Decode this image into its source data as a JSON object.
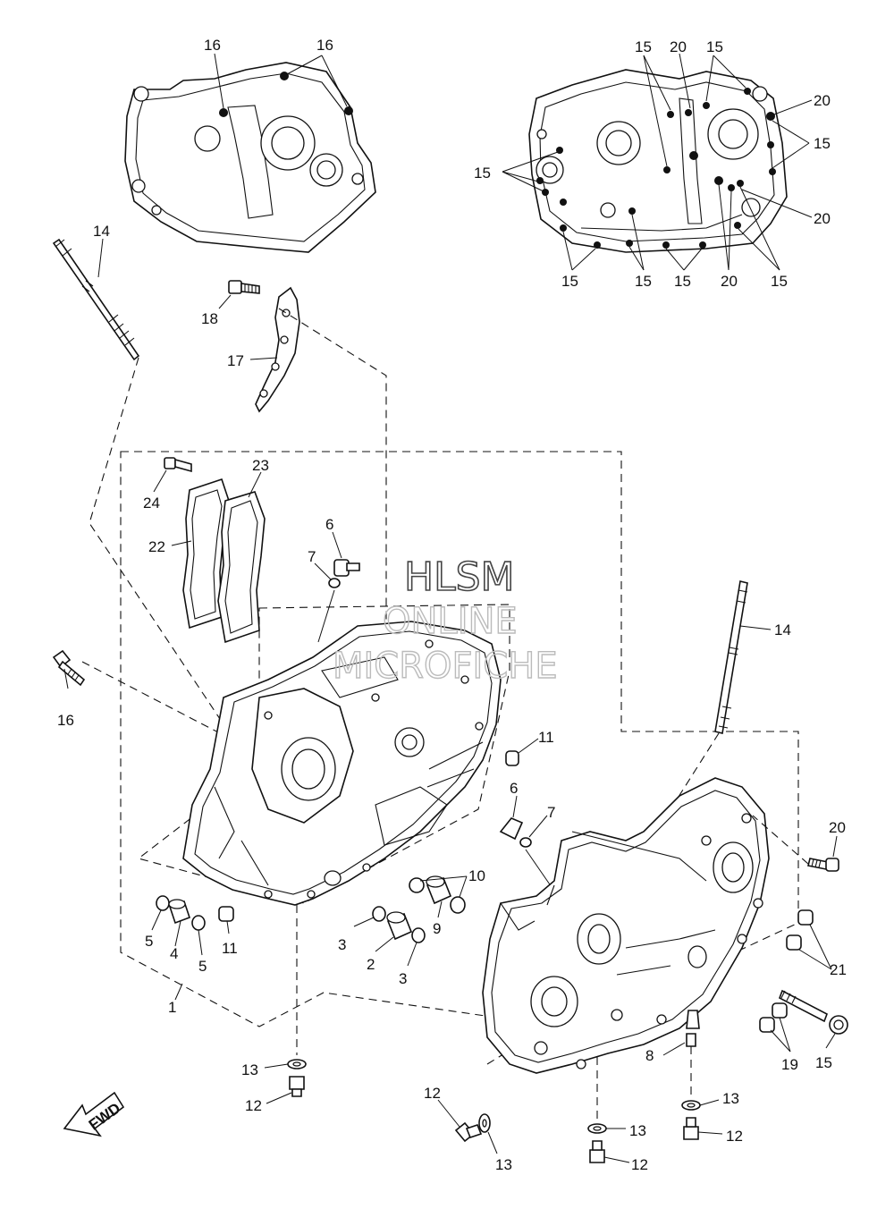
{
  "watermark": {
    "line1": "HLSM",
    "line2": "ONLINE",
    "line3": "MICROFICHE"
  },
  "fwd_label": "FWD",
  "callouts": [
    {
      "id": "c-16a",
      "text": "16"
    },
    {
      "id": "c-16b",
      "text": "16"
    },
    {
      "id": "c-15a",
      "text": "15"
    },
    {
      "id": "c-20a",
      "text": "20"
    },
    {
      "id": "c-15b",
      "text": "15"
    },
    {
      "id": "c-20b",
      "text": "20"
    },
    {
      "id": "c-15c",
      "text": "15"
    },
    {
      "id": "c-15d",
      "text": "15"
    },
    {
      "id": "c-20c",
      "text": "20"
    },
    {
      "id": "c-15e",
      "text": "15"
    },
    {
      "id": "c-15f",
      "text": "15"
    },
    {
      "id": "c-15g",
      "text": "15"
    },
    {
      "id": "c-20d",
      "text": "20"
    },
    {
      "id": "c-15h",
      "text": "15"
    },
    {
      "id": "c-14a",
      "text": "14"
    },
    {
      "id": "c-18",
      "text": "18"
    },
    {
      "id": "c-17",
      "text": "17"
    },
    {
      "id": "c-23",
      "text": "23"
    },
    {
      "id": "c-24",
      "text": "24"
    },
    {
      "id": "c-22",
      "text": "22"
    },
    {
      "id": "c-6a",
      "text": "6"
    },
    {
      "id": "c-7a",
      "text": "7"
    },
    {
      "id": "c-14b",
      "text": "14"
    },
    {
      "id": "c-16c",
      "text": "16"
    },
    {
      "id": "c-11a",
      "text": "11"
    },
    {
      "id": "c-6b",
      "text": "6"
    },
    {
      "id": "c-7b",
      "text": "7"
    },
    {
      "id": "c-20e",
      "text": "20"
    },
    {
      "id": "c-10",
      "text": "10"
    },
    {
      "id": "c-5a",
      "text": "5"
    },
    {
      "id": "c-4",
      "text": "4"
    },
    {
      "id": "c-5b",
      "text": "5"
    },
    {
      "id": "c-11b",
      "text": "11"
    },
    {
      "id": "c-3a",
      "text": "3"
    },
    {
      "id": "c-2",
      "text": "2"
    },
    {
      "id": "c-3b",
      "text": "3"
    },
    {
      "id": "c-9",
      "text": "9"
    },
    {
      "id": "c-21",
      "text": "21"
    },
    {
      "id": "c-1",
      "text": "1"
    },
    {
      "id": "c-19",
      "text": "19"
    },
    {
      "id": "c-15i",
      "text": "15"
    },
    {
      "id": "c-8",
      "text": "8"
    },
    {
      "id": "c-13a",
      "text": "13"
    },
    {
      "id": "c-12a",
      "text": "12"
    },
    {
      "id": "c-12b",
      "text": "12"
    },
    {
      "id": "c-13b",
      "text": "13"
    },
    {
      "id": "c-13c",
      "text": "13"
    },
    {
      "id": "c-12c",
      "text": "12"
    },
    {
      "id": "c-13d",
      "text": "13"
    },
    {
      "id": "c-12d",
      "text": "12"
    }
  ]
}
